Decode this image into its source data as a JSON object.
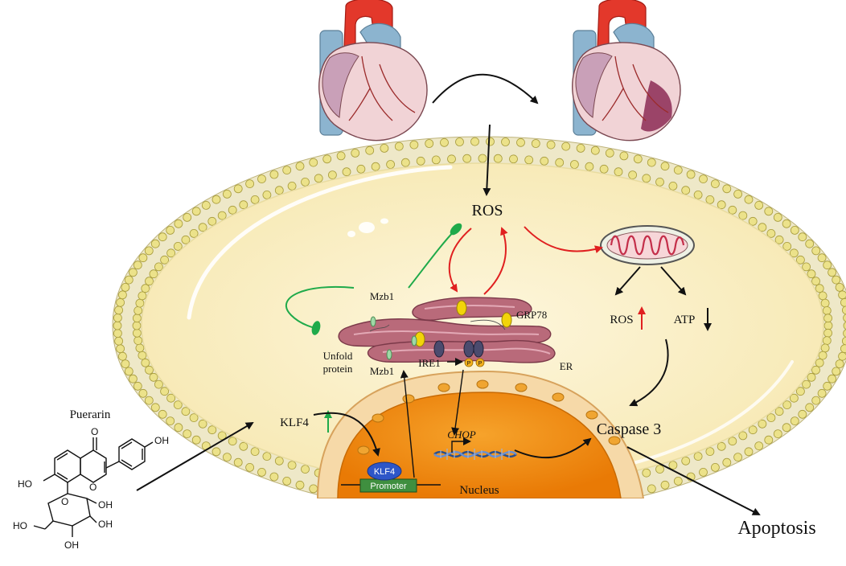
{
  "labels": {
    "ros_center": "ROS",
    "mzb1_upper": "Mzb1",
    "grp78": "GRP78",
    "unfold_protein_line1": "Unfold",
    "unfold_protein_line2": "protein",
    "mzb1_lower": "Mzb1",
    "ire1": "IRE1",
    "er": "ER",
    "ros_mito": "ROS",
    "atp": "ATP",
    "klf4": "KLF4",
    "klf4_box": "KLF4",
    "promoter": "Promoter",
    "chop": "CHOP",
    "nucleus": "Nucleus",
    "caspase3": "Caspase 3",
    "apoptosis": "Apoptosis",
    "puerarin": "Puerarin",
    "phospho_1": "P",
    "phospho_2": "P"
  },
  "molecule": {
    "oh_para": "OH",
    "keto_o": "O",
    "ho_phenol": "HO",
    "ring_o": "O",
    "sugar_o": "O",
    "oh_a": "OH",
    "oh_b": "OH",
    "oh_c": "OH",
    "ho_ch2": "HO"
  },
  "colors": {
    "inhibit": "#1faa4a",
    "activate_red": "#e02020",
    "arrow_black": "#111111",
    "cytoplasm": "#fbf2cf",
    "lipid_head": "#ece28a",
    "nucleus_core": "#f08a0a",
    "nuclear_envelope": "#f6d9a8",
    "er": "#b96a7a",
    "heart_red": "#e3382b",
    "heart_body": "#f1d3d6",
    "vessel_blue": "#8cb4cf",
    "klf4_box": "#2e56c8",
    "promoter_box": "#3f8f3f"
  },
  "icons": [
    "healthy-heart-icon",
    "injured-heart-icon",
    "mitochondrion-icon",
    "endoplasmic-reticulum-icon",
    "nucleus-icon",
    "dna-helix-icon",
    "puerarin-structure-icon"
  ]
}
